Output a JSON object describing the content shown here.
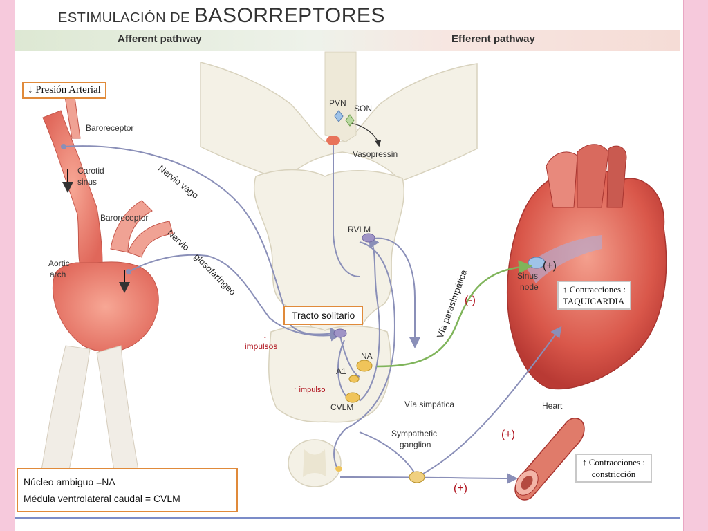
{
  "title": {
    "prefix": "ESTIMULACIÓN DE ",
    "main": "BASORREPTORES"
  },
  "band": {
    "afferent": "Afferent pathway",
    "efferent": "Efferent pathway"
  },
  "boxes": {
    "presion": "↓ Presión Arterial",
    "tracto": "Tracto solitario",
    "contracciones_heart_1": "↑ Contracciones :",
    "contracciones_heart_2": "TAQUICARDIA",
    "contracciones_vessel_1": "↑ Contracciones :",
    "contracciones_vessel_2": "constricción",
    "legend_1": "Núcleo ambiguo =NA",
    "legend_2": "Médula ventrolateral caudal = CVLM"
  },
  "labels": {
    "baroreceptor1": "Baroreceptor",
    "carotid": "Carotid",
    "sinus": "sinus",
    "baroreceptor2": "Baroreceptor",
    "aortic": "Aortic",
    "arch": "arch",
    "nervio_vago": "Nervio vago",
    "nervio": "Nervio",
    "glosofaringeo": "glosofaríngeo",
    "pvn": "PVN",
    "son": "SON",
    "vasopressin": "Vasopressin",
    "rvlm": "RVLM",
    "na": "NA",
    "a1": "A1",
    "cvlm": "CVLM",
    "impulsos_arrow": "↓",
    "impulsos": "impulsos",
    "impulso": "↑ impulso",
    "via_simpatica": "Vía simpática",
    "via_parasimpatica": "Vía parasimpática",
    "minus": "(-)",
    "plus_sinus": "(+)",
    "sinus_node_1": "Sinus",
    "sinus_node_2": "node",
    "heart": "Heart",
    "sympathetic_1": "Sympathetic",
    "sympathetic_2": "ganglion",
    "plus_heart": "(+)",
    "plus_vessel": "(+)"
  },
  "colors": {
    "box_border": "#e08a3a",
    "pathway": "#8a8fb8",
    "parasympathetic": "#7fb45a",
    "red_text": "#b0131e"
  }
}
